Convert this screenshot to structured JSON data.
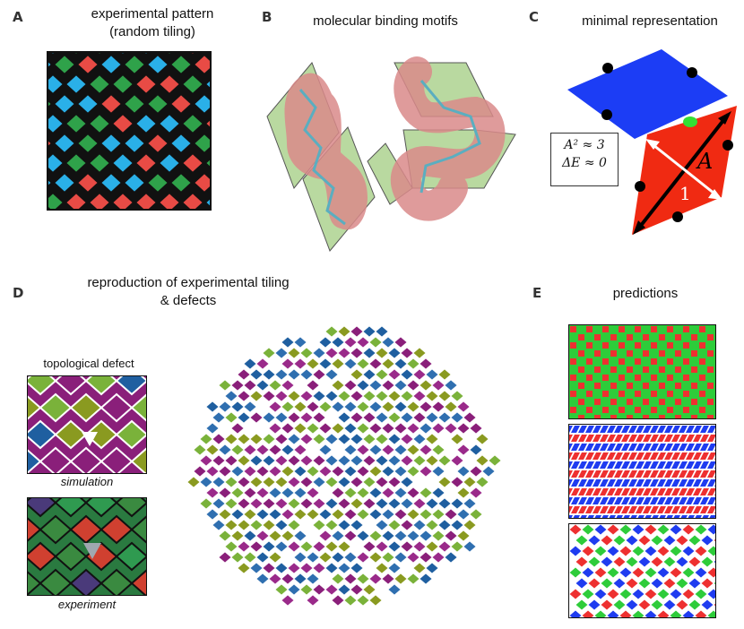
{
  "panels": {
    "a": {
      "letter": "A",
      "title_line1": "experimental pattern",
      "title_line2": "(random tiling)"
    },
    "b": {
      "letter": "B",
      "title": "molecular binding motifs"
    },
    "c": {
      "letter": "C",
      "title": "minimal representation",
      "eq_line1": "A² ≈ 3",
      "eq_line2": "ΔE ≈ 0",
      "label_A": "A",
      "label_one": "1"
    },
    "d": {
      "letter": "D",
      "title_line1": "reproduction of experimental tiling",
      "title_line2": "& defects",
      "defect_title": "topological defect",
      "sim_caption": "simulation",
      "exp_caption": "experiment"
    },
    "e": {
      "letter": "E",
      "title": "predictions"
    }
  },
  "colors": {
    "tile_green": "#2fa24a",
    "tile_cyan": "#2ab0e8",
    "tile_red": "#e84b45",
    "motif_green": "#b9d9a0",
    "motif_pink": "#d98a8a",
    "rhombus_blue": "#1c3df5",
    "rhombus_red": "#f02a12",
    "contact_green": "#33e033",
    "sim_green": "#7ab23a",
    "sim_purple": "#8a1f7a",
    "sim_blue": "#1f5fa0",
    "sim_olive": "#8a9a20",
    "pred_green": "#2ecc3a",
    "pred_red": "#ee3030",
    "pred_blue": "#1f3cf0"
  }
}
